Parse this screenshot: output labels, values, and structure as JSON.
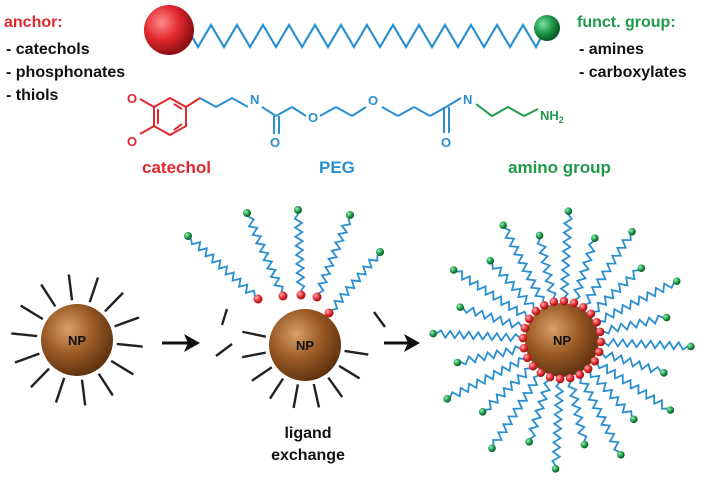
{
  "anchor": {
    "title": "anchor:",
    "items": [
      "- catechols",
      "- phosphonates",
      "- thiols"
    ]
  },
  "functional_group": {
    "title": "funct. group:",
    "items": [
      "- amines",
      "- carboxylates"
    ]
  },
  "molecule": {
    "parts": {
      "catechol": "catechol",
      "peg": "PEG",
      "amino": "amino group"
    },
    "atoms": {
      "o1": "O",
      "o2": "O",
      "n1": "N",
      "n2": "N",
      "o3": "O",
      "o4": "O",
      "o5": "O",
      "o6": "O",
      "nh2": "NH",
      "nh2_sub": "2"
    }
  },
  "nanoparticles": {
    "np1": "NP",
    "np2": "NP",
    "np3": "NP"
  },
  "process": {
    "label_line1": "ligand",
    "label_line2": "exchange"
  },
  "colors": {
    "anchor": "#e0282e",
    "peg": "#2a8fd0",
    "functional": "#1f9a4a",
    "chain": "#2a8fd0",
    "np": "#8b4f1f",
    "text": "#111111"
  }
}
